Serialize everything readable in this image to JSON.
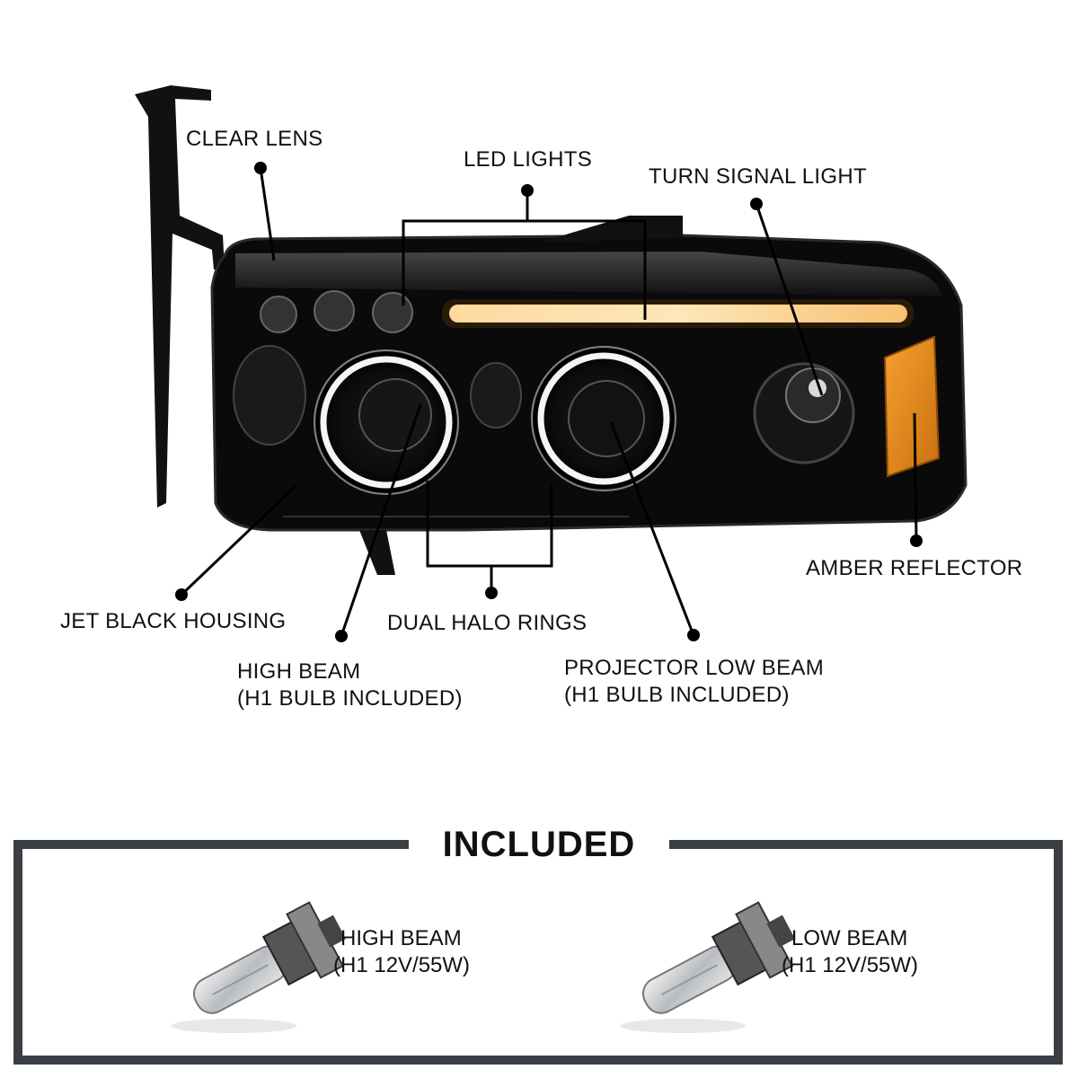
{
  "callouts": {
    "clear_lens": "CLEAR LENS",
    "led_lights": "LED LIGHTS",
    "turn_signal": "TURN SIGNAL LIGHT",
    "amber_reflector": "AMBER REFLECTOR",
    "jet_black_housing": "JET BLACK HOUSING",
    "dual_halo_rings": "DUAL HALO RINGS",
    "high_beam_line1": "HIGH BEAM",
    "high_beam_line2": "(H1 BULB INCLUDED)",
    "projector_low_line1": "PROJECTOR LOW BEAM",
    "projector_low_line2": "(H1 BULB INCLUDED)"
  },
  "included": {
    "title": "INCLUDED",
    "items": [
      {
        "line1": "HIGH BEAM",
        "line2": "(H1 12V/55W)"
      },
      {
        "line1": "LOW BEAM",
        "line2": "(H1 12V/55W)"
      }
    ]
  },
  "colors": {
    "housing": "#0a0a0a",
    "led_amber": "#f2b35a",
    "amber_reflector": "#e08a1a",
    "frame": "#3a3f44"
  }
}
